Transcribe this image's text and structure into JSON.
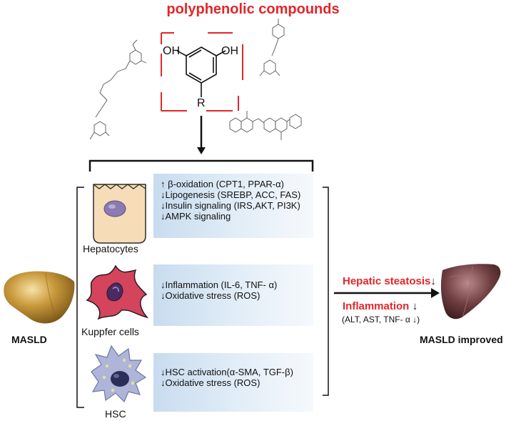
{
  "title": "polyphenolic compounds",
  "core_structure": {
    "oh_left": "OH",
    "oh_right": "OH",
    "r_group": "R"
  },
  "cells": [
    {
      "name": "Hepatocytes",
      "effects": [
        "↑ β-oxidation (CPT1, PPAR-α)",
        "↓Lipogenesis (SREBP, ACC, FAS)",
        "↓Insulin signaling (IRS,AKT, PI3K)",
        "↓AMPK signaling"
      ]
    },
    {
      "name": "Kuppfer cells",
      "effects": [
        "↓Inflammation (IL-6, TNF- α)",
        "↓Oxidative stress (ROS)"
      ]
    },
    {
      "name": "HSC",
      "effects": [
        "↓HSC activation(α-SMA, TGF-β)",
        "↓Oxidative stress (ROS)"
      ]
    }
  ],
  "left_organ": "MASLD",
  "outcomes": {
    "steatosis": "Hepatic steatosis",
    "steatosis_arrow": "↓",
    "inflammation": "Inflammation",
    "inflammation_arrow": "↓",
    "markers": "(ALT, AST, TNF- α ↓)"
  },
  "right_organ": "MASLD improved",
  "colors": {
    "accent_red": "#e3262a",
    "box_blue": "#c8dcef",
    "liver_left": "#b88a2f",
    "liver_right": "#6b3d3f"
  }
}
